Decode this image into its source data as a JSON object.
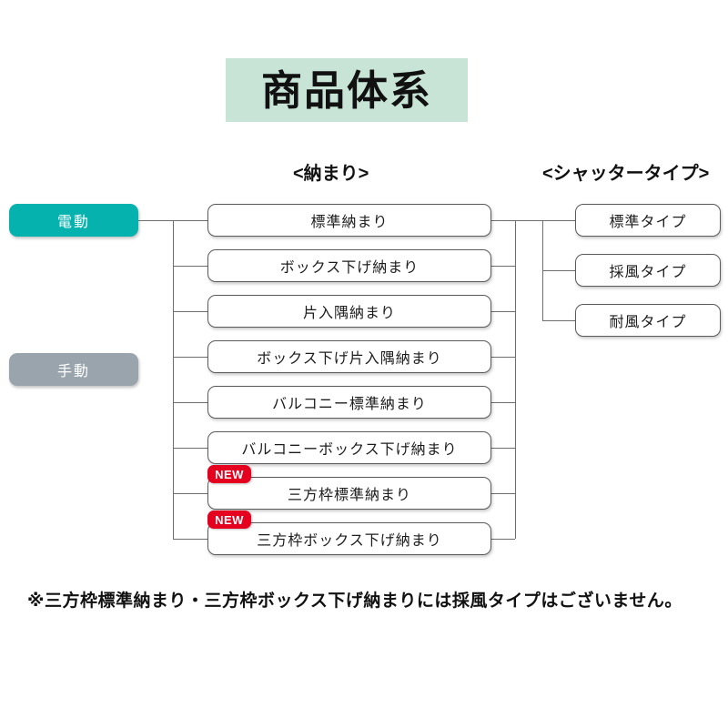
{
  "title": {
    "text": "商品体系",
    "banner_color": "#c8e4d6"
  },
  "headers": {
    "osamari": "<納まり>",
    "shutter": "<シャッタータイプ>"
  },
  "modes": [
    {
      "label": "電動",
      "color": "#06b2ae"
    },
    {
      "label": "手動",
      "color": "#9aa4ac"
    }
  ],
  "osamari_items": [
    {
      "label": "標準納まり",
      "is_new": false,
      "badge": ""
    },
    {
      "label": "ボックス下げ納まり",
      "is_new": false,
      "badge": ""
    },
    {
      "label": "片入隅納まり",
      "is_new": false,
      "badge": ""
    },
    {
      "label": "ボックス下げ片入隅納まり",
      "is_new": false,
      "badge": ""
    },
    {
      "label": "バルコニー標準納まり",
      "is_new": false,
      "badge": ""
    },
    {
      "label": "バルコニーボックス下げ納まり",
      "is_new": false,
      "badge": ""
    },
    {
      "label": "三方枠標準納まり",
      "is_new": true,
      "badge": "NEW"
    },
    {
      "label": "三方枠ボックス下げ納まり",
      "is_new": true,
      "badge": "NEW"
    }
  ],
  "shutter_types": [
    {
      "label": "標準タイプ"
    },
    {
      "label": "採風タイプ"
    },
    {
      "label": "耐風タイプ"
    }
  ],
  "footnote": "※三方枠標準納まり・三方枠ボックス下げ納まりには採風タイプはございません。",
  "badge_color": "#e60020",
  "line_color": "#6e6e6e"
}
